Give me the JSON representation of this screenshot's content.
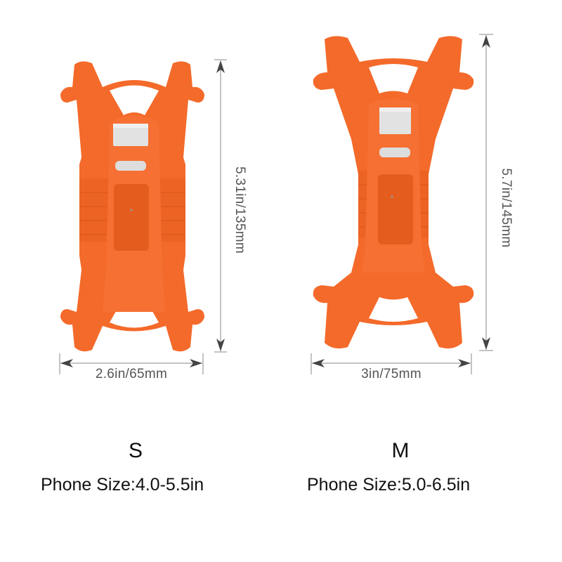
{
  "products": [
    {
      "size": "S",
      "phone_size": "Phone Size:4.0-5.5in",
      "width_label": "2.6in/65mm",
      "height_label": "5.31in/135mm"
    },
    {
      "size": "M",
      "phone_size": "Phone Size:5.0-6.5in",
      "width_label": "3in/75mm",
      "height_label": "5.7in/145mm"
    }
  ],
  "colors": {
    "silicone": "#F46A2A",
    "silicone_shadow": "#E0581C",
    "metal": "#E2E2E2",
    "dimension_line": "#888888",
    "arrow": "#444444"
  }
}
